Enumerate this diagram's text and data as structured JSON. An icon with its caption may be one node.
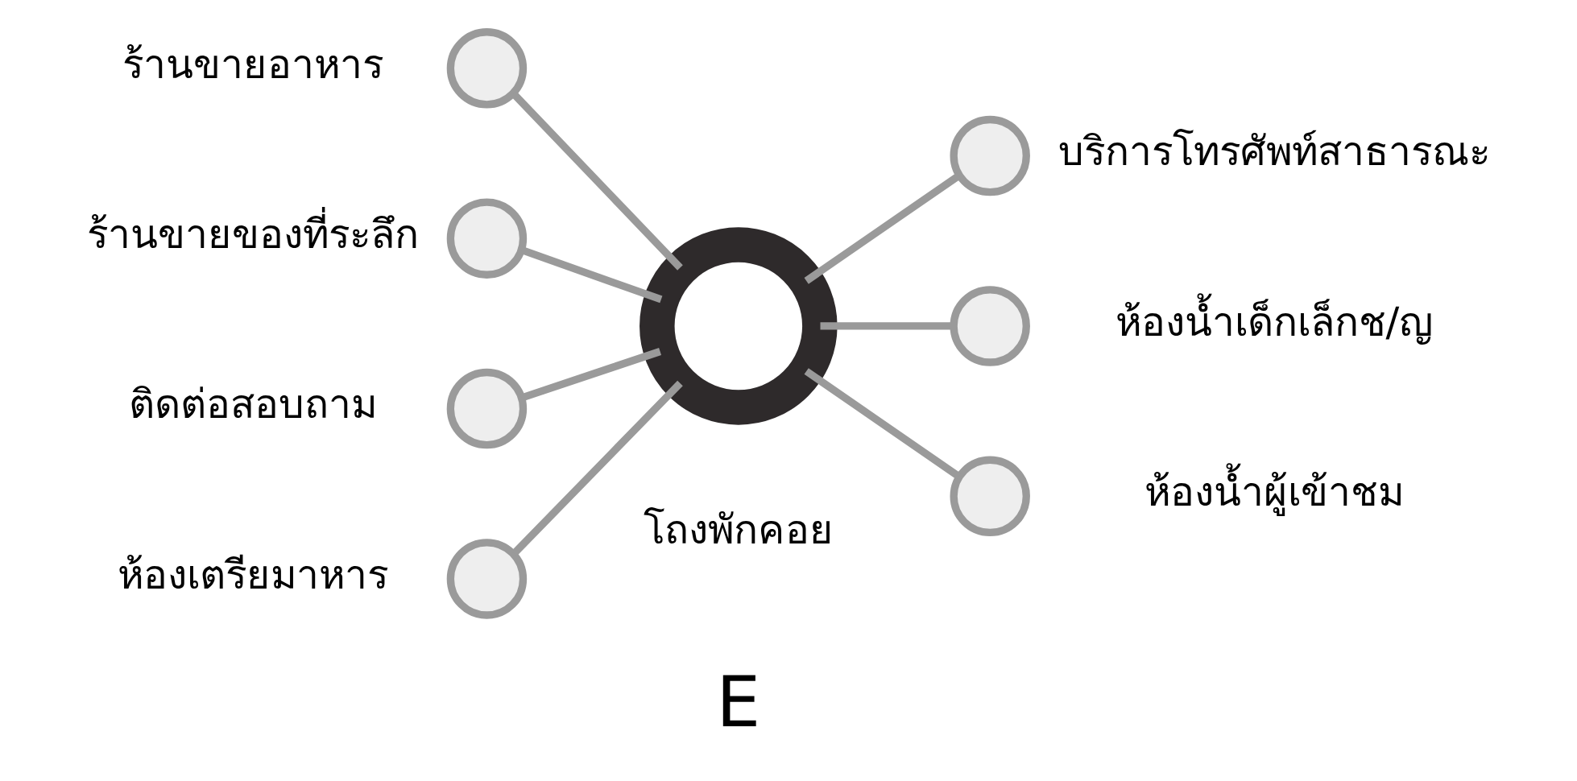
{
  "diagram": {
    "nodes": [
      {
        "text": [],
        "shape": "circle",
        "beside": [
          "ห้องเตรียมาหาร"
        ]
      },
      {
        "text": [],
        "shape": "circle",
        "beside": [
          "ร้านขายอาหาร"
        ]
      },
      {
        "text": [],
        "shape": "circle",
        "beside": [
          "บริการโทรศัพท์สาธารณะ"
        ]
      },
      {
        "text": [],
        "shape": "circle",
        "beside": [
          "ร้านขายของที่ระลึก"
        ]
      },
      {
        "text": [],
        "shape": "circle",
        "beside": [
          "ห้องน้ำเด็กเล็กช/ญ"
        ]
      },
      {
        "text": [],
        "shape": "circle",
        "beside": [
          "ติดต่อสอบถาม"
        ]
      },
      {
        "text": [],
        "shape": "circle",
        "beside": [
          "ห้องน้ำผู้เข้าชม"
        ]
      },
      {
        "text": [],
        "shape": "circle",
        "beside": [
          "โถงพักคอย"
        ]
      }
    ],
    "edges": [
      {
        "from": 0,
        "to": 7,
        "arrow": "none"
      },
      {
        "from": 1,
        "to": 7,
        "arrow": "none"
      },
      {
        "from": 7,
        "to": 2,
        "arrow": "none"
      },
      {
        "from": 3,
        "to": 7,
        "arrow": "none"
      },
      {
        "from": 7,
        "to": 4,
        "arrow": "none"
      },
      {
        "from": 5,
        "to": 7,
        "arrow": "none"
      },
      {
        "from": 7,
        "to": 6,
        "arrow": "none"
      }
    ],
    "labels": [
      "E"
    ]
  }
}
